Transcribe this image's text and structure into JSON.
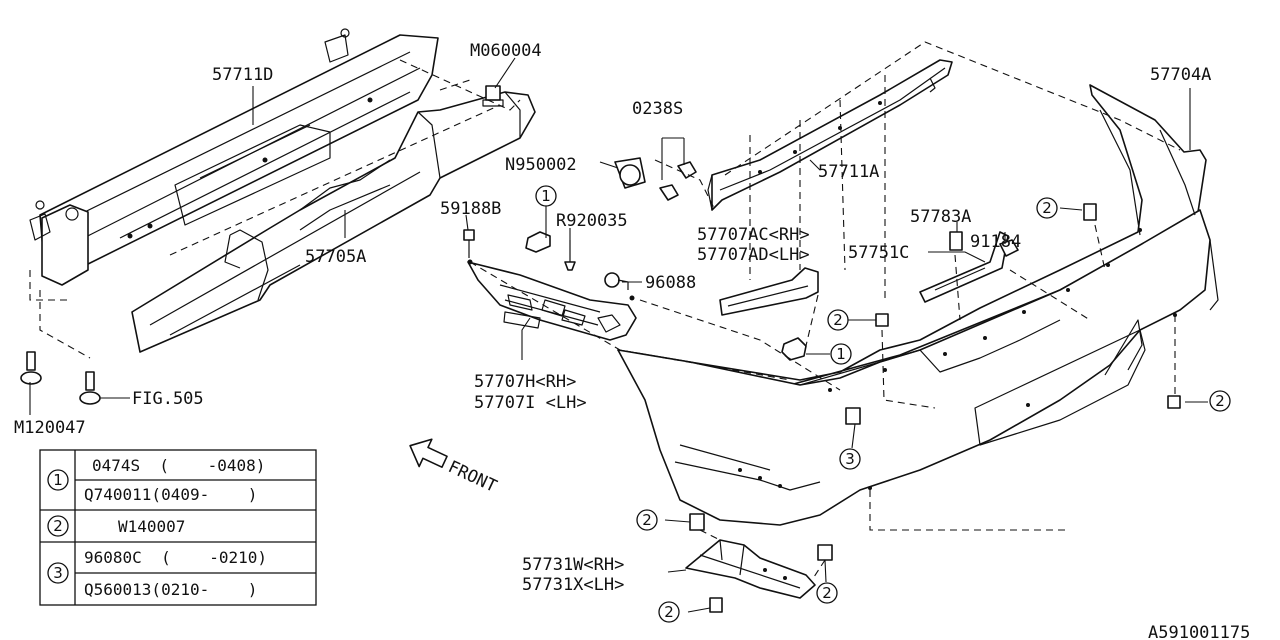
{
  "diagram_id": "A591001175",
  "front_label": "FRONT",
  "labels": {
    "reinforcement": "57711D",
    "bolt_top": "M060004",
    "absorber": "57705A",
    "bolt_bottom": "M120047",
    "fig_ref": "FIG.505",
    "clip_59188b": "59188B",
    "screw_r920035": "R920035",
    "nut_n950002": "N950002",
    "part_0238s": "0238S",
    "nut_96088": "96088",
    "bracket_rh": "57707H<RH>",
    "bracket_lh": "57707I <LH>",
    "stay_rh": "57707AC<RH>",
    "stay_lh": "57707AD<LH>",
    "rail": "57711A",
    "face": "57704A",
    "clip_57783a": "57783A",
    "nut_91184": "91184",
    "bracket_57751c": "57751C",
    "lower_rh": "57731W<RH>",
    "lower_lh": "57731X<LH>"
  },
  "callouts": {
    "one": "1",
    "two": "2",
    "three": "3"
  },
  "legend": [
    {
      "num": "1",
      "rows": [
        "0474S  (    -0408)",
        "Q740011(0409-    )"
      ]
    },
    {
      "num": "2",
      "rows": [
        "W140007"
      ]
    },
    {
      "num": "3",
      "rows": [
        "96080C  (    -0210)",
        "Q560013(0210-    )"
      ]
    }
  ]
}
